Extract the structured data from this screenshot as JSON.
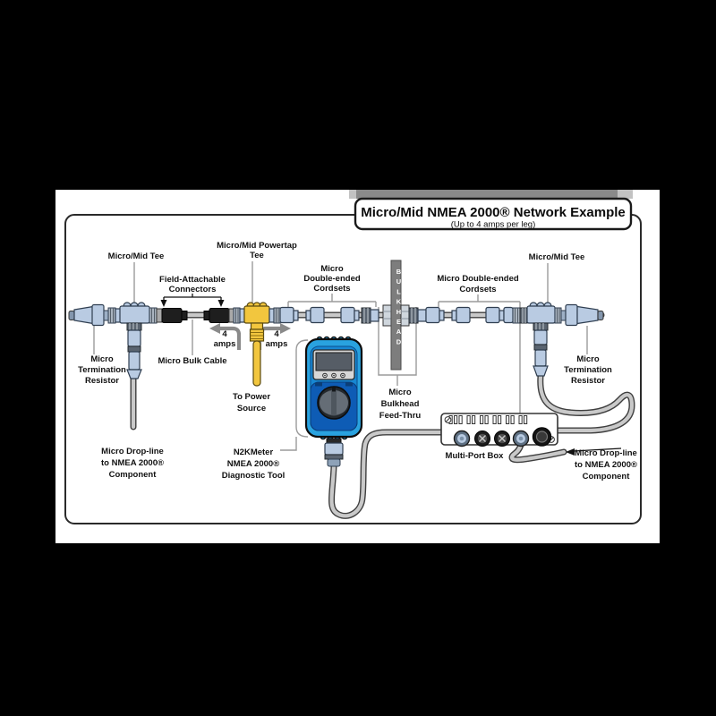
{
  "title": {
    "main": "Micro/Mid NMEA 2000® Network Example",
    "subtitle": "(Up to 4 amps per leg)"
  },
  "labels": {
    "left_tee": "Micro/Mid Tee",
    "powertap_line1": "Micro/Mid Powertap",
    "powertap_line2": "Tee",
    "field_attachable_line1": "Field-Attachable",
    "field_attachable_line2": "Connectors",
    "cordsets_left_line1": "Micro",
    "cordsets_left_line2": "Double-ended",
    "cordsets_left_line3": "Cordsets",
    "cordsets_right_line1": "Micro Double-ended",
    "cordsets_right_line2": "Cordsets",
    "right_tee": "Micro/Mid Tee",
    "termination_left_line1": "Micro",
    "termination_left_line2": "Termination",
    "termination_left_line3": "Resistor",
    "termination_right_line1": "Micro",
    "termination_right_line2": "Termination",
    "termination_right_line3": "Resistor",
    "bulk_cable": "Micro Bulk Cable",
    "amps_left_line1": "4",
    "amps_left_line2": "amps",
    "amps_right_line1": "4",
    "amps_right_line2": "amps",
    "to_power_line1": "To Power",
    "to_power_line2": "Source",
    "bulkhead": "BULKHEAD",
    "feedthru_line1": "Micro",
    "feedthru_line2": "Bulkhead",
    "feedthru_line3": "Feed-Thru",
    "n2kmeter_line1": "N2KMeter",
    "n2kmeter_line2": "NMEA 2000®",
    "n2kmeter_line3": "Diagnostic Tool",
    "multiport": "Multi-Port Box",
    "dropline_left_line1": "Micro Drop-line",
    "dropline_left_line2": "to NMEA 2000®",
    "dropline_left_line3": "Component",
    "dropline_right_line1": "Micro Drop-line",
    "dropline_right_line2": "to NMEA 2000®",
    "dropline_right_line3": "Component"
  },
  "colors": {
    "background": "#000000",
    "panel": "#ffffff",
    "connector_blue": "#b9cbe2",
    "powertap_yellow": "#f2c63e",
    "meter_body_blue": "#29a2df",
    "meter_panel_blue": "#0e5cb5",
    "cable_gray": "#c9c9c9",
    "bulkhead_gray": "#7d7d7d",
    "arrow_gray": "#8a8a8a",
    "shadow_gray": "#8a8a8a"
  }
}
